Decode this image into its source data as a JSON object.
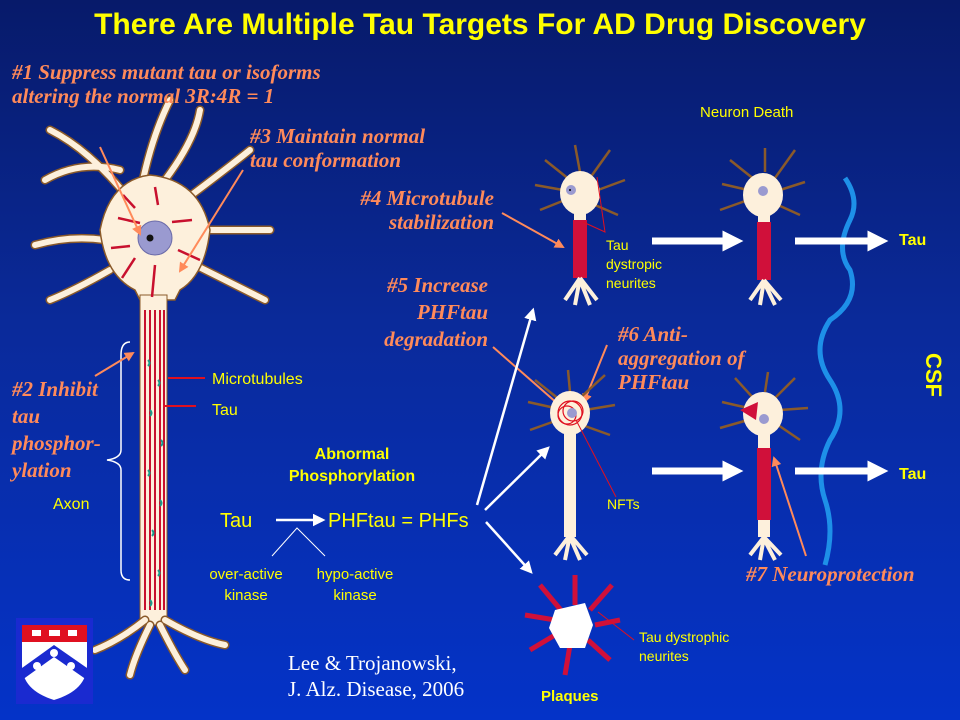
{
  "slide": {
    "title": "There Are Multiple Tau Targets For AD Drug Discovery",
    "colors": {
      "background_top": "#071a6a",
      "background_bottom": "#0433c8",
      "title": "#ffff00",
      "target_text": "#ff8a5a",
      "label_text": "#ffff00",
      "tau_red": "#d0103a",
      "csf_line": "#1e90e8",
      "neuron_body": "#fdf0dc"
    }
  },
  "targets": [
    {
      "id": 1,
      "lines": [
        "#1 Suppress mutant tau or isoforms",
        "altering the normal 3R:4R = 1"
      ]
    },
    {
      "id": 2,
      "lines": [
        "#2 Inhibit",
        "tau",
        "phosphor-",
        "ylation"
      ]
    },
    {
      "id": 3,
      "lines": [
        "#3 Maintain normal",
        "tau conformation"
      ]
    },
    {
      "id": 4,
      "lines": [
        "#4 Microtubule",
        "stabilization"
      ]
    },
    {
      "id": 5,
      "lines": [
        "#5 Increase",
        "PHFtau",
        "degradation"
      ]
    },
    {
      "id": 6,
      "lines": [
        "#6 Anti-",
        "aggregation of",
        "PHFtau"
      ]
    },
    {
      "id": 7,
      "lines": [
        "#7 Neuroprotection"
      ]
    }
  ],
  "neuron_labels": {
    "microtubules": "Microtubules",
    "tau": "Tau",
    "axon": "Axon"
  },
  "pathway": {
    "heading": [
      "Abnormal",
      "Phosphorylation"
    ],
    "source": "Tau",
    "product": "PHFtau = PHFs",
    "kinase_left": [
      "over-active",
      "kinase"
    ],
    "kinase_right": [
      "hypo-active",
      "kinase"
    ]
  },
  "outcomes": {
    "neuron_death": "Neuron Death",
    "tau_dystropic": [
      "Tau",
      "dystropic",
      "neurites"
    ],
    "nfts": "NFTs",
    "plaques": "Plaques",
    "plaque_neurites": [
      "Tau dystrophic",
      "neurites"
    ],
    "tau_release_top": "Tau",
    "tau_release_bottom": "Tau",
    "csf": "CSF"
  },
  "citation": [
    "Lee & Trojanowski,",
    "J. Alz. Disease, 2006"
  ],
  "logo": {
    "name": "University of Pennsylvania shield"
  }
}
